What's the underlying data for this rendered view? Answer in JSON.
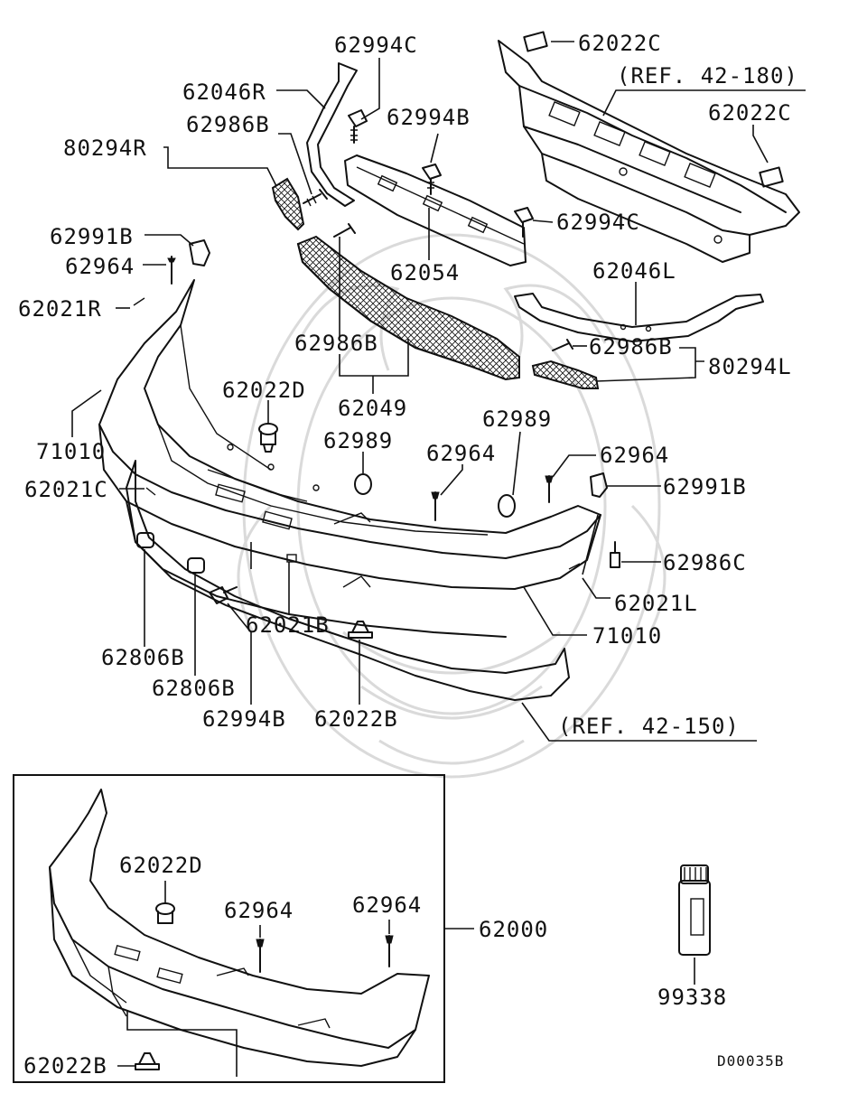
{
  "diagram": {
    "labels": {
      "p62994C_top": "62994C",
      "p62022C_top": "62022C",
      "ref_42_180": "(REF. 42-180)",
      "p62046R": "62046R",
      "p62986B_left": "62986B",
      "p62994B_top": "62994B",
      "p62022C_right": "62022C",
      "p80294R": "80294R",
      "p62991B_left": "62991B",
      "p62994C_mid": "62994C",
      "p62964_left": "62964",
      "p62054": "62054",
      "p62046L": "62046L",
      "p62021R": "62021R",
      "p62986B_center": "62986B",
      "p62986B_right": "62986B",
      "p80294L": "80294L",
      "p62022D_main": "62022D",
      "p62049": "62049",
      "p62989_right": "62989",
      "p62989_left": "62989",
      "p71010_left": "71010",
      "p62964_mid": "62964",
      "p62964_right": "62964",
      "p62021C": "62021C",
      "p62991B_right": "62991B",
      "p62986C": "62986C",
      "p62021L": "62021L",
      "p71010_right": "71010",
      "p62021B": "62021B",
      "p62806B_a": "62806B",
      "p62806B_b": "62806B",
      "p62994B_bottom": "62994B",
      "p62022B_main": "62022B",
      "ref_42_150": "(REF. 42-150)",
      "p62022D_inset": "62022D",
      "p62964_inset_a": "62964",
      "p62964_inset_b": "62964",
      "p62000": "62000",
      "p62022B_inset": "62022B",
      "p99338": "99338",
      "diagram_code": "D00035B"
    }
  }
}
